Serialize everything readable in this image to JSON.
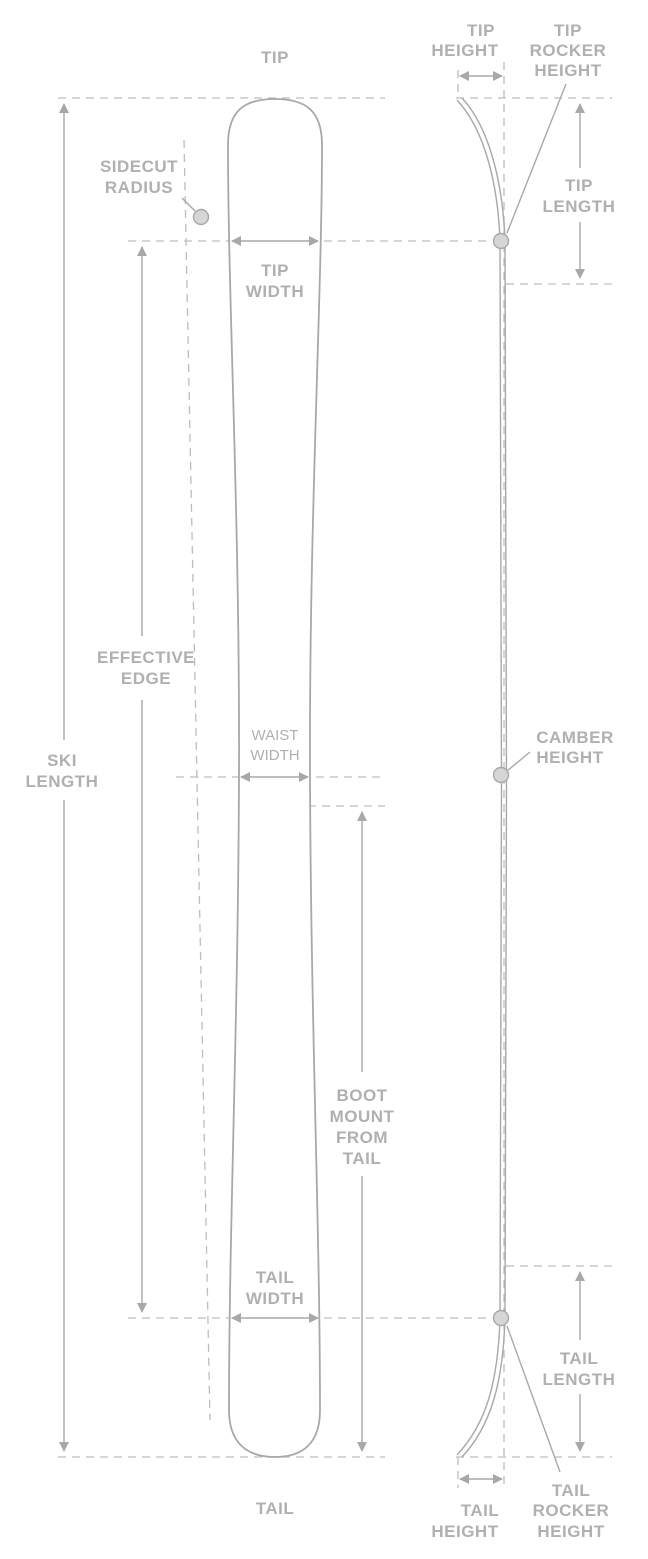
{
  "labels": {
    "tip": "TIP",
    "tail": "TAIL",
    "sidecut_radius": [
      "SIDECUT",
      "RADIUS"
    ],
    "tip_width": [
      "TIP",
      "WIDTH"
    ],
    "effective_edge": [
      "EFFECTIVE",
      "EDGE"
    ],
    "ski_length": [
      "SKI",
      "LENGTH"
    ],
    "waist_width": [
      "WAIST",
      "WIDTH"
    ],
    "boot_mount": [
      "BOOT",
      "MOUNT",
      "FROM",
      "TAIL"
    ],
    "tail_width": [
      "TAIL",
      "WIDTH"
    ],
    "tip_height": [
      "TIP",
      "HEIGHT"
    ],
    "tip_rocker_height": [
      "TIP",
      "ROCKER",
      "HEIGHT"
    ],
    "tip_length": [
      "TIP",
      "LENGTH"
    ],
    "camber_height": [
      "CAMBER",
      "HEIGHT"
    ],
    "tail_length": [
      "TAIL",
      "LENGTH"
    ],
    "tail_height": [
      "TAIL",
      "HEIGHT"
    ],
    "tail_rocker_height": [
      "TAIL",
      "ROCKER",
      "HEIGHT"
    ]
  },
  "colors": {
    "stroke": "#a8a8a8",
    "dash": "#bdbdbd",
    "text": "#b0b0b0",
    "dot_fill": "#d6d6d6"
  }
}
